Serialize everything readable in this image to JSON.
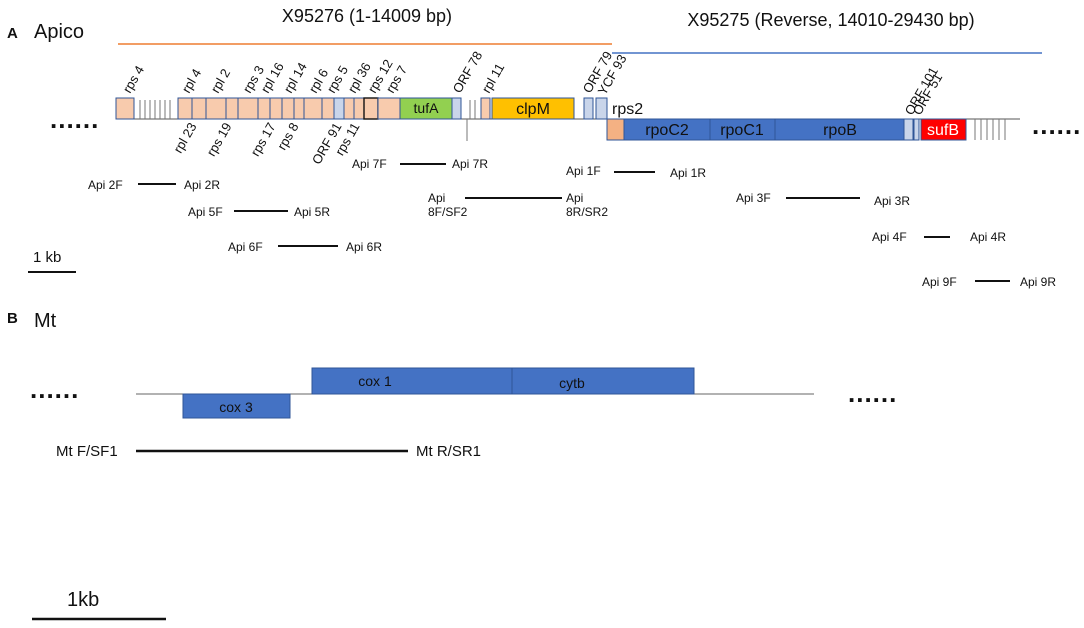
{
  "panelA": {
    "letter": "A",
    "name": "Apico",
    "segment1": "X95276 (1-14009 bp)",
    "segment2": "X95275 (Reverse, 14010-29430 bp)",
    "genes_top": [
      "rps 4",
      "rpl 4",
      "rpl 2",
      "rps 3",
      "rpl 16",
      "rpl 14",
      "rpl 6",
      "rps 5",
      "rpl 36",
      "rps 12",
      "rps 7",
      "ORF 78",
      "rpl 11",
      "ORF 79",
      "YCF 93",
      "rps2",
      "ORF 101",
      "ORF 51"
    ],
    "genes_bottom": [
      "rpl 23",
      "rps 19",
      "rps 17",
      "rps 8",
      "ORF 91",
      "rps 11"
    ],
    "genes_inside": [
      "tufA",
      "clpM",
      "rpoC2",
      "rpoC1",
      "rpoB",
      "sufB"
    ],
    "primers": [
      [
        "Api 7F",
        "Api 7R"
      ],
      [
        "Api 1F",
        "Api 1R"
      ],
      [
        "Api 2F",
        "Api 2R"
      ],
      [
        "Api 5F",
        "Api 5R"
      ],
      [
        "Api",
        "8F/SF2",
        "Api",
        "8R/SR2"
      ],
      [
        "Api 3F",
        "Api 3R"
      ],
      [
        "Api 6F",
        "Api 6R"
      ],
      [
        "Api 4F",
        "Api 4R"
      ],
      [
        "Api 9F",
        "Api 9R"
      ]
    ],
    "scale_label": "1 kb",
    "ellipsis": "......"
  },
  "panelB": {
    "letter": "B",
    "name": "Mt",
    "genes": [
      "cox 1",
      "cytb",
      "cox 3"
    ],
    "primers": [
      "Mt F/SF1",
      "Mt R/SR1"
    ],
    "ellipsis": "......"
  },
  "bottom_scale_label": "1kb",
  "colors": {
    "ribosomal": "#f8cbad",
    "orf": "#c9d5ea",
    "tufA": "#92d050",
    "clpM": "#ffc000",
    "rpo": "#4472c4",
    "sufB": "#ff0000",
    "rps2": "#f4b183",
    "segment1_line": "#ed7d31",
    "segment2_line": "#4472c4",
    "box_border": "#2f5597"
  }
}
